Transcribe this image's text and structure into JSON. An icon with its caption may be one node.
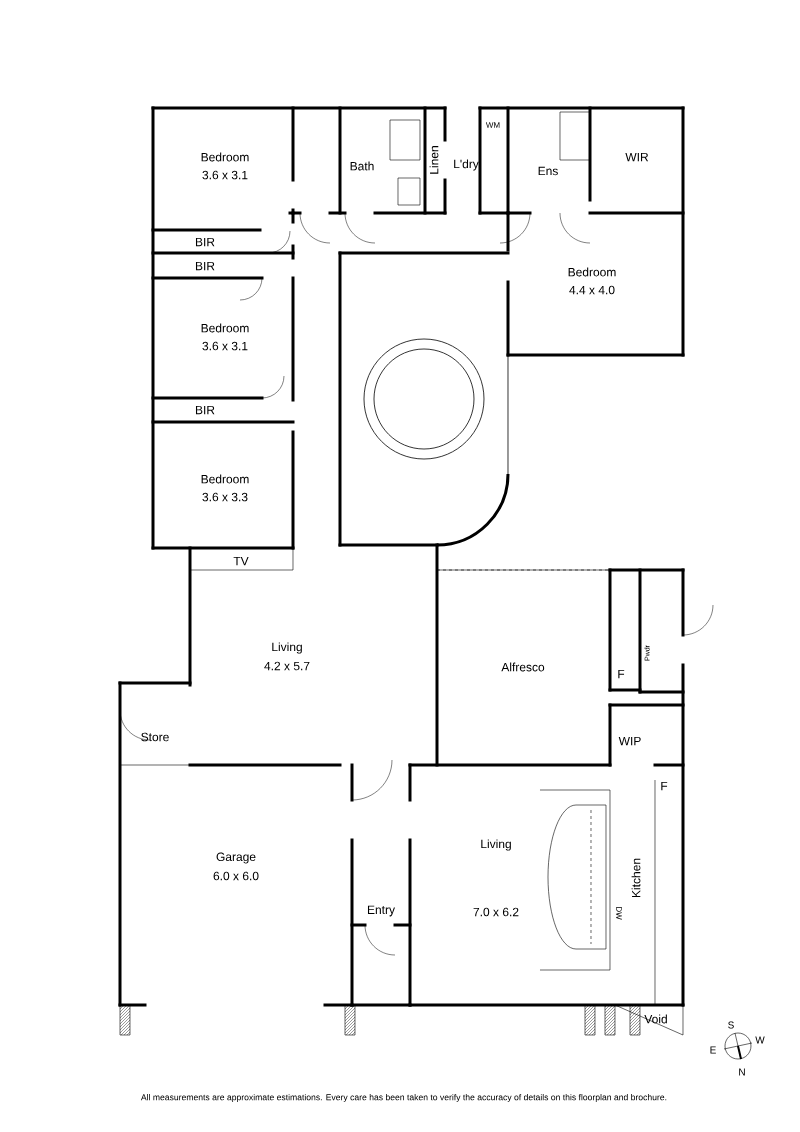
{
  "diagram": {
    "caption": "All measurements are approximate estimations. Every care has been taken to verify the accuracy of details on this floorplan and brochure.",
    "labels": [
      "WM",
      "WIR",
      "L'dry",
      "Bath",
      "Linen",
      "Bedroom",
      "3.6 x 3.1",
      "Ens",
      "BIR",
      "BIR",
      "Bedroom",
      "4.4 x 4.0",
      "Bedroom",
      "3.6 x 3.1",
      "BIR",
      "Bedroom",
      "3.6 x 3.3",
      "TV",
      "Living",
      "4.2 x 5.7",
      "Pwdr",
      "Alfresco",
      "F",
      "Store",
      "WIP",
      "F",
      "Living",
      "Garage",
      "6.0 x 6.0",
      "DW",
      "Kitchen",
      "Entry",
      "7.0 x 6.2",
      "Void",
      "S",
      "W",
      "E",
      "N"
    ]
  }
}
